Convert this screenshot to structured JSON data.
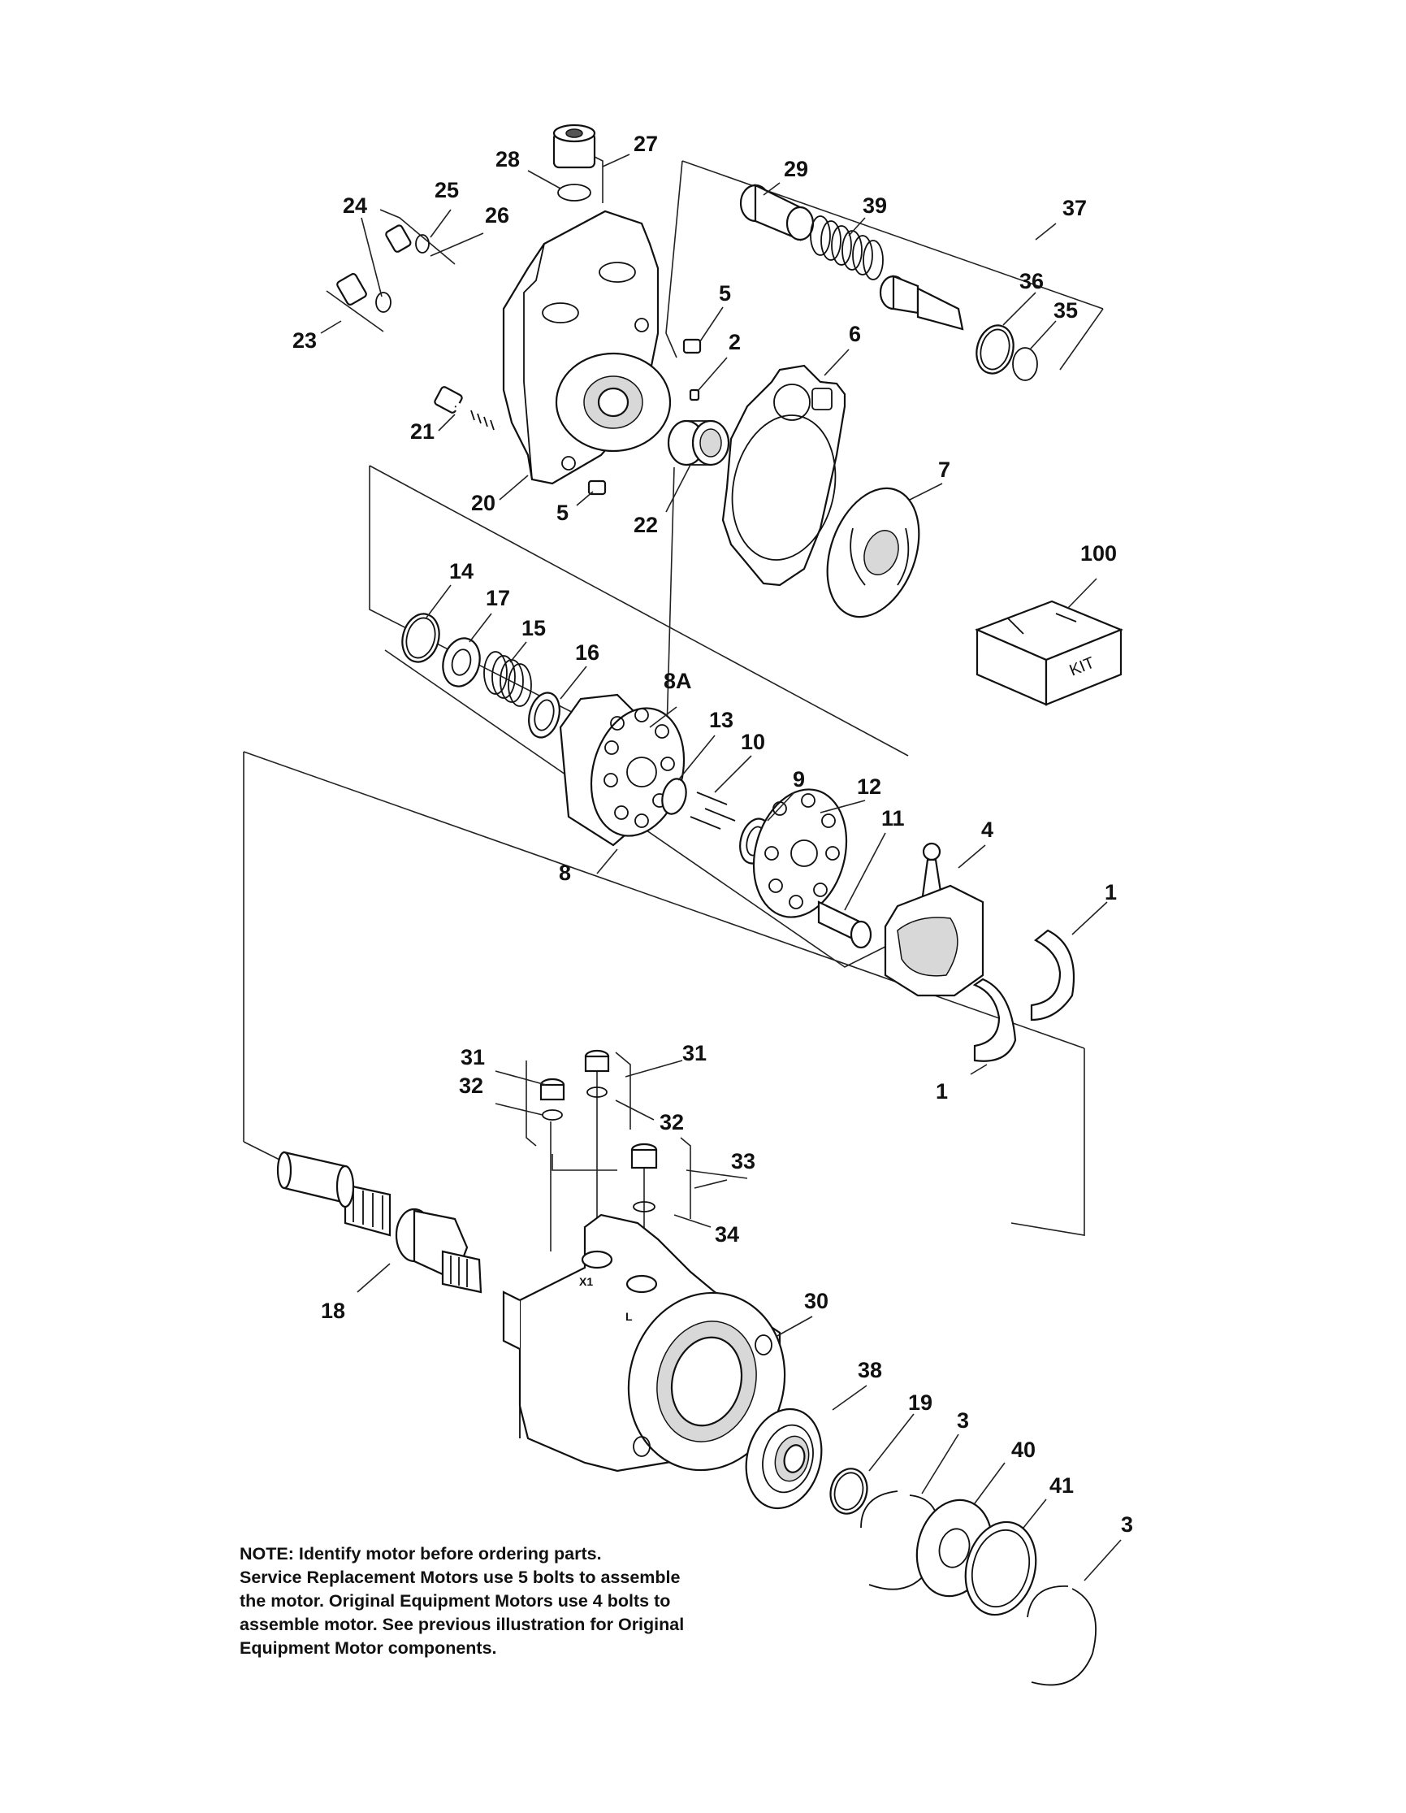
{
  "callouts": [
    {
      "id": "c1",
      "label": "27"
    },
    {
      "id": "c2",
      "label": "28"
    },
    {
      "id": "c3",
      "label": "29"
    },
    {
      "id": "c4",
      "label": "39"
    },
    {
      "id": "c5",
      "label": "37"
    },
    {
      "id": "c6",
      "label": "25"
    },
    {
      "id": "c7",
      "label": "24"
    },
    {
      "id": "c8",
      "label": "26"
    },
    {
      "id": "c9",
      "label": "36"
    },
    {
      "id": "c10",
      "label": "35"
    },
    {
      "id": "c11",
      "label": "5"
    },
    {
      "id": "c12",
      "label": "23"
    },
    {
      "id": "c13",
      "label": "6"
    },
    {
      "id": "c14",
      "label": "2"
    },
    {
      "id": "c15",
      "label": "21"
    },
    {
      "id": "c16",
      "label": "7"
    },
    {
      "id": "c17",
      "label": "20"
    },
    {
      "id": "c18",
      "label": "5"
    },
    {
      "id": "c19",
      "label": "22"
    },
    {
      "id": "c20",
      "label": "100"
    },
    {
      "id": "c21",
      "label": "14"
    },
    {
      "id": "c22",
      "label": "17"
    },
    {
      "id": "c23",
      "label": "15"
    },
    {
      "id": "c24",
      "label": "16"
    },
    {
      "id": "c25",
      "label": "8A"
    },
    {
      "id": "c26",
      "label": "13"
    },
    {
      "id": "c27",
      "label": "10"
    },
    {
      "id": "c28",
      "label": "9"
    },
    {
      "id": "c29",
      "label": "12"
    },
    {
      "id": "c30",
      "label": "11"
    },
    {
      "id": "c31",
      "label": "4"
    },
    {
      "id": "c32",
      "label": "8"
    },
    {
      "id": "c33",
      "label": "1"
    },
    {
      "id": "c34",
      "label": "31"
    },
    {
      "id": "c35",
      "label": "31"
    },
    {
      "id": "c36",
      "label": "32"
    },
    {
      "id": "c37",
      "label": "32"
    },
    {
      "id": "c38",
      "label": "1"
    },
    {
      "id": "c39",
      "label": "33"
    },
    {
      "id": "c40",
      "label": "34"
    },
    {
      "id": "c41",
      "label": "18"
    },
    {
      "id": "c42",
      "label": "30"
    },
    {
      "id": "c43",
      "label": "38"
    },
    {
      "id": "c44",
      "label": "19"
    },
    {
      "id": "c45",
      "label": "3"
    },
    {
      "id": "c46",
      "label": "40"
    },
    {
      "id": "c47",
      "label": "41"
    },
    {
      "id": "c48",
      "label": "3"
    }
  ],
  "kit_label": "KIT",
  "note": {
    "lines": [
      "NOTE:    Identify motor before ordering parts.",
      "Service Replacement Motors use 5 bolts to assemble",
      "the motor.  Original Equipment  Motors use 4  bolts to",
      "assemble motor.  See previous illustration for Original",
      "Equipment Motor components."
    ]
  }
}
